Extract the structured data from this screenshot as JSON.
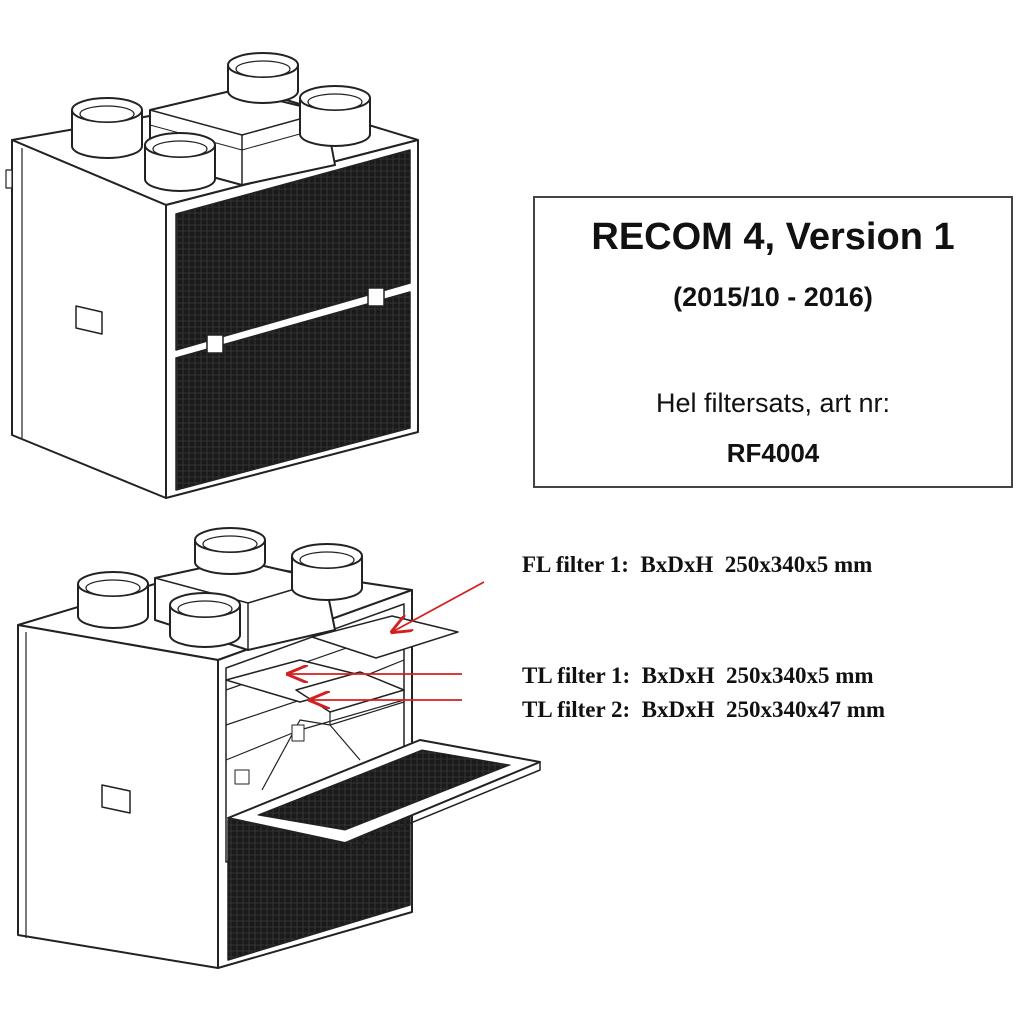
{
  "info_box": {
    "title": "RECOM 4, Version 1",
    "subtitle": "(2015/10 - 2016)",
    "line": "Hel filtersats, art nr:",
    "art_nr": "RF4004"
  },
  "filters": [
    {
      "label": "FL filter 1:  BxDxH  250x340x5 mm"
    },
    {
      "label": "TL filter 1:  BxDxH  250x340x5 mm"
    },
    {
      "label": "TL filter 2:  BxDxH  250x340x47 mm"
    }
  ],
  "colors": {
    "line": "#222222",
    "panel": "#1a1a1a",
    "arrow": "#d22020"
  }
}
